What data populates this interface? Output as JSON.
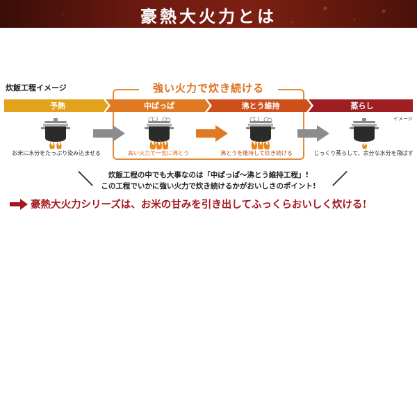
{
  "header": {
    "title": "豪熱大火力とは",
    "bg_color": "#6d1a10"
  },
  "process": {
    "label": "炊飯工程イメージ",
    "highlight_title": "強い火力で炊き続ける",
    "image_note": "イメージ",
    "stages": [
      {
        "name": "予熱",
        "color": "#e3a21c",
        "caption": "お米に水分をたっぷり染み込ませる"
      },
      {
        "name": "中ぱっぱ",
        "color": "#e07a22",
        "caption": "高い火力で一気に沸とう"
      },
      {
        "name": "沸とう維持",
        "color": "#cf4f1a",
        "caption": "沸とうを維持して炊き続ける"
      },
      {
        "name": "蒸らし",
        "color": "#9e1f22",
        "caption": "じっくり蒸らして、余分な水分を飛ばす"
      }
    ]
  },
  "note": {
    "line1": "炊飯工程の中でも大事なのは「中ぱっぱ～沸とう維持工程」!",
    "line2": "この工程でいかに強い火力で炊き続けるかがおいしさのポイント!"
  },
  "message": {
    "text": "豪熱大火力シリーズは、お米の甘みを引き出してふっくらおいしく炊ける!",
    "color": "#a3181c"
  },
  "icons": [
    "rice-pot-icon",
    "flame-icon",
    "steam-icon",
    "arrow-right-icon"
  ]
}
